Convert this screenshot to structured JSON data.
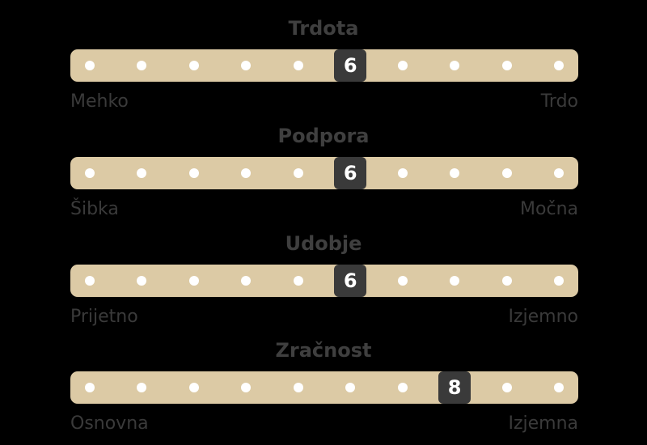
{
  "colors": {
    "background": "#000000",
    "title": "#3f3f3f",
    "track": "#dccaa5",
    "dot": "#ffffff",
    "marker": "#3a3a3a",
    "marker_text": "#ffffff",
    "label": "#3a3a3a"
  },
  "scale_steps": 10,
  "ratings": [
    {
      "title": "Trdota",
      "value": 6,
      "value_label": "6",
      "min_label": "Mehko",
      "max_label": "Trdo"
    },
    {
      "title": "Podpora",
      "value": 6,
      "value_label": "6",
      "min_label": "Šibka",
      "max_label": "Močna"
    },
    {
      "title": "Udobje",
      "value": 6,
      "value_label": "6",
      "min_label": "Prijetno",
      "max_label": "Izjemno"
    },
    {
      "title": "Zračnost",
      "value": 8,
      "value_label": "8",
      "min_label": "Osnovna",
      "max_label": "Izjemna"
    }
  ]
}
